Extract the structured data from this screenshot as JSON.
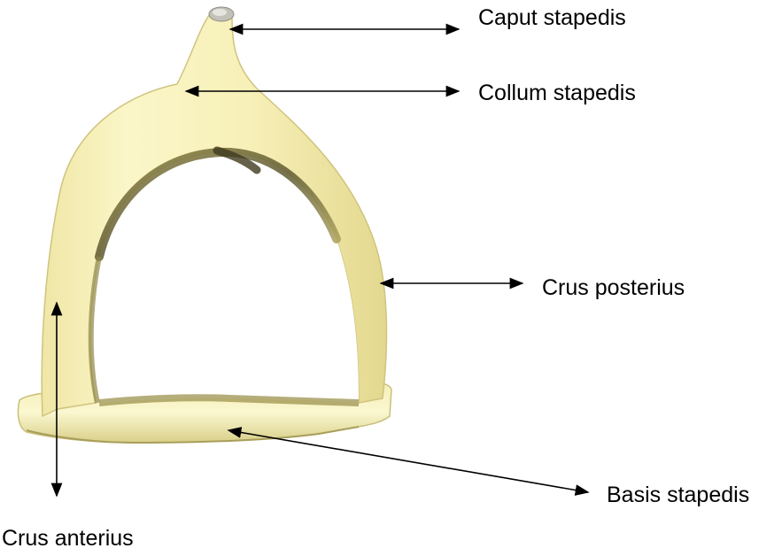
{
  "labels": {
    "caput": "Caput stapedis",
    "collum": "Collum stapedis",
    "crus_posterius": "Crus posterius",
    "basis": "Basis stapedis",
    "crus_anterius": "Crus anterius"
  },
  "colors": {
    "bone_light": "#fbf6c4",
    "bone_mid": "#ece5a0",
    "bone_shadow": "#c6bb6e",
    "bone_dark": "#6b6432",
    "head_cap": "#b9b9b0",
    "arrow": "#000000"
  }
}
